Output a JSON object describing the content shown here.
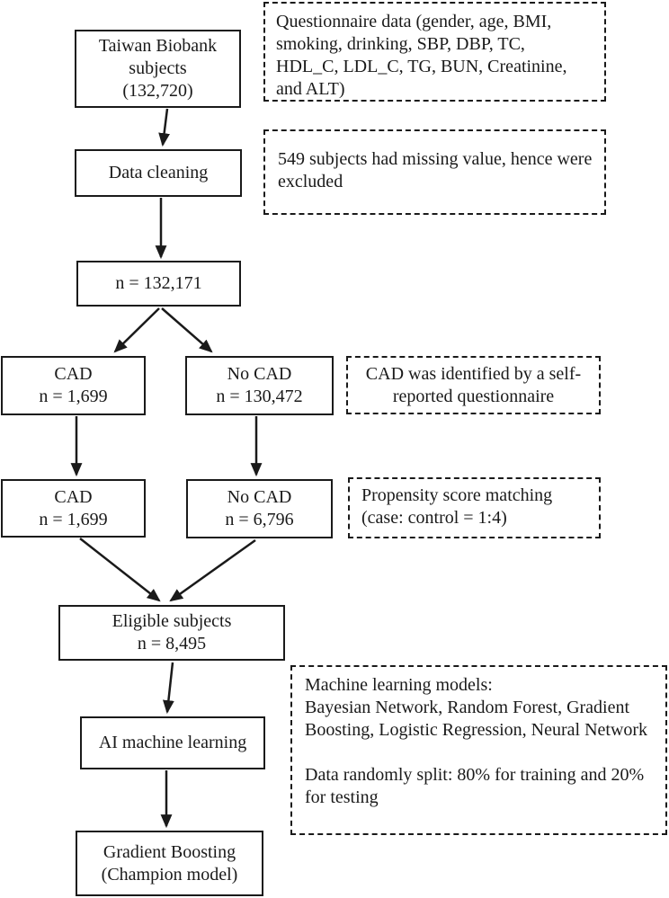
{
  "colors": {
    "ink": "#1a1a1a",
    "background": "#ffffff"
  },
  "nodes": {
    "taiwan": {
      "title": "Taiwan Biobank subjects",
      "count": "(132,720)"
    },
    "cleaning": {
      "title": "Data cleaning"
    },
    "after_cleaning": {
      "title": "n = 132,171"
    },
    "cad1": {
      "label": "CAD",
      "value": "n = 1,699"
    },
    "nocad1": {
      "label": "No CAD",
      "value": "n = 130,472"
    },
    "cad2": {
      "label": "CAD",
      "value": "n = 1,699"
    },
    "nocad2": {
      "label": "No CAD",
      "value": "n = 6,796"
    },
    "eligible": {
      "label": "Eligible subjects",
      "value": "n = 8,495"
    },
    "ai": {
      "title": "AI machine learning"
    },
    "champion": {
      "label": "Gradient Boosting",
      "value": "(Champion model)"
    }
  },
  "notes": {
    "questionnaire": {
      "text": "Questionnaire data (gender, age, BMI, smoking, drinking, SBP, DBP, TC, HDL_C, LDL_C, TG, BUN, Creatinine, and ALT)"
    },
    "missing": {
      "text": "549 subjects had missing value, hence were excluded"
    },
    "cad_identified": {
      "text": "CAD was identified by a self-reported questionnaire"
    },
    "propensity": {
      "text": "Propensity score matching (case: control = 1:4)"
    },
    "ml_models": {
      "heading": "Machine learning models:",
      "models": "Bayesian Network, Random Forest, Gradient Boosting, Logistic Regression, Neural Network",
      "split": "Data randomly split: 80% for training and 20% for testing"
    }
  }
}
